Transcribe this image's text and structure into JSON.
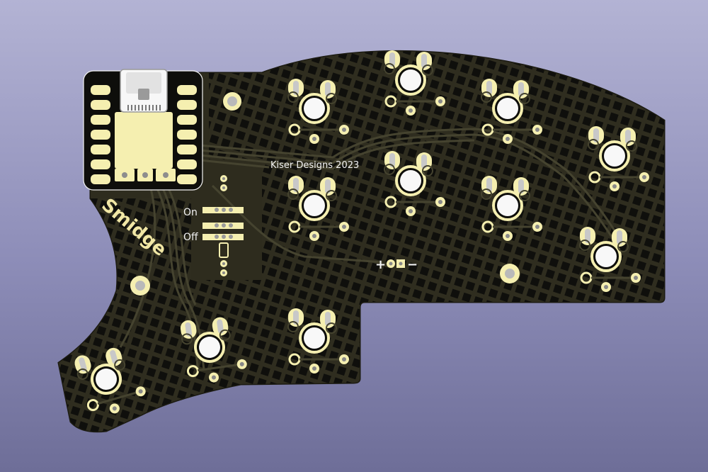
{
  "board": {
    "name_label": "Smidge",
    "credit_label": "Kiser Designs 2023",
    "switch_on_label": "On",
    "switch_off_label": "Off",
    "battery_plus_label": "+",
    "battery_minus_label": "−"
  },
  "colors": {
    "background_top": "#b3b3d4",
    "background_bottom": "#6e6e98",
    "pcb": "#2e2c1e",
    "pcb_edge": "#1c1b12",
    "copper_pad": "#f5efb0",
    "drill": "#c8c8c8",
    "silkscreen": "#f3f3f3",
    "name_silkscreen": "#f1e7a5"
  },
  "icons": [
    "usb-c-connector-icon",
    "power-switch-icon",
    "battery-pad-icon",
    "mounting-hole-icon"
  ]
}
